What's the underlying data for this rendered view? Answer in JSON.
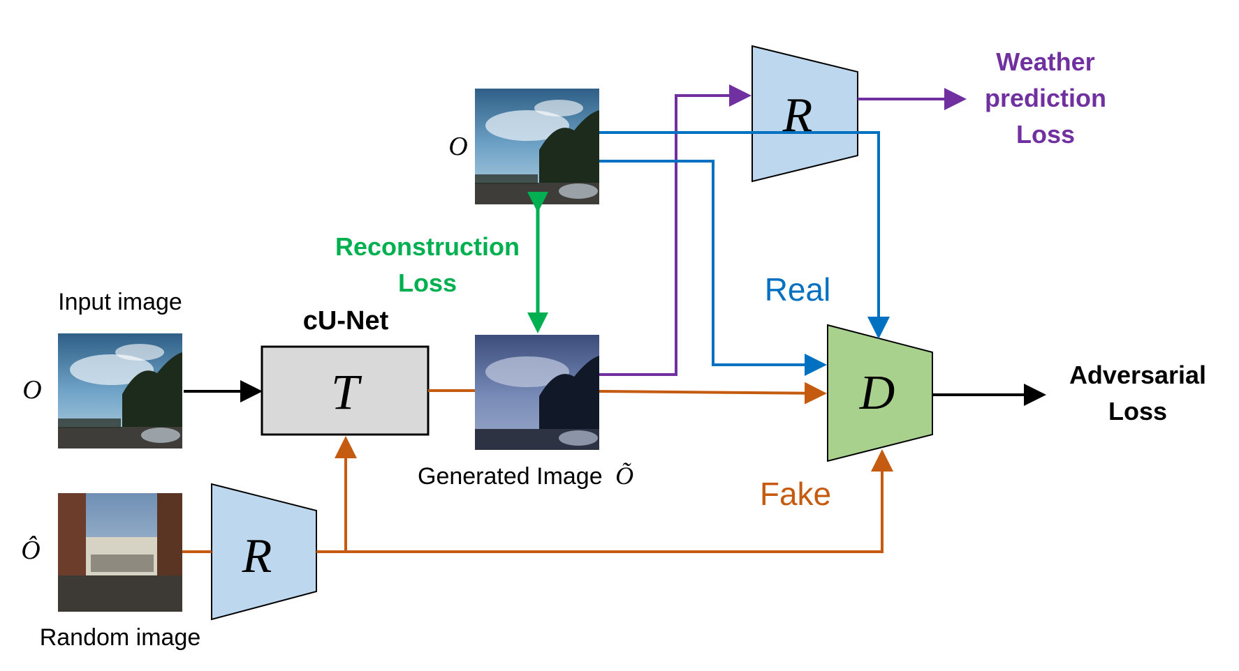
{
  "labels": {
    "input_image": "Input image",
    "random_image": "Random image",
    "cunet": "cU-Net",
    "generated_image": "Generated Image",
    "generated_symbol": "Õ",
    "reconstruction_line1": "Reconstruction",
    "reconstruction_line2": "Loss",
    "real": "Real",
    "fake": "Fake",
    "weather_line1": "Weather",
    "weather_line2": "prediction",
    "weather_line3": "Loss",
    "adversarial_line1": "Adversarial",
    "adversarial_line2": "Loss"
  },
  "symbols": {
    "o_input": "O",
    "o_hat": "Ô",
    "o_top": "O",
    "T": "T",
    "R_bottom": "R",
    "R_top": "R",
    "D": "D"
  },
  "colors": {
    "blue": "#0070C0",
    "orange": "#C55A11",
    "purple": "#7030A0",
    "green": "#00B050",
    "black": "#000000",
    "r_fill": "#BDD7EE",
    "d_fill": "#A9D18E",
    "t_fill": "#D9D9D9"
  }
}
